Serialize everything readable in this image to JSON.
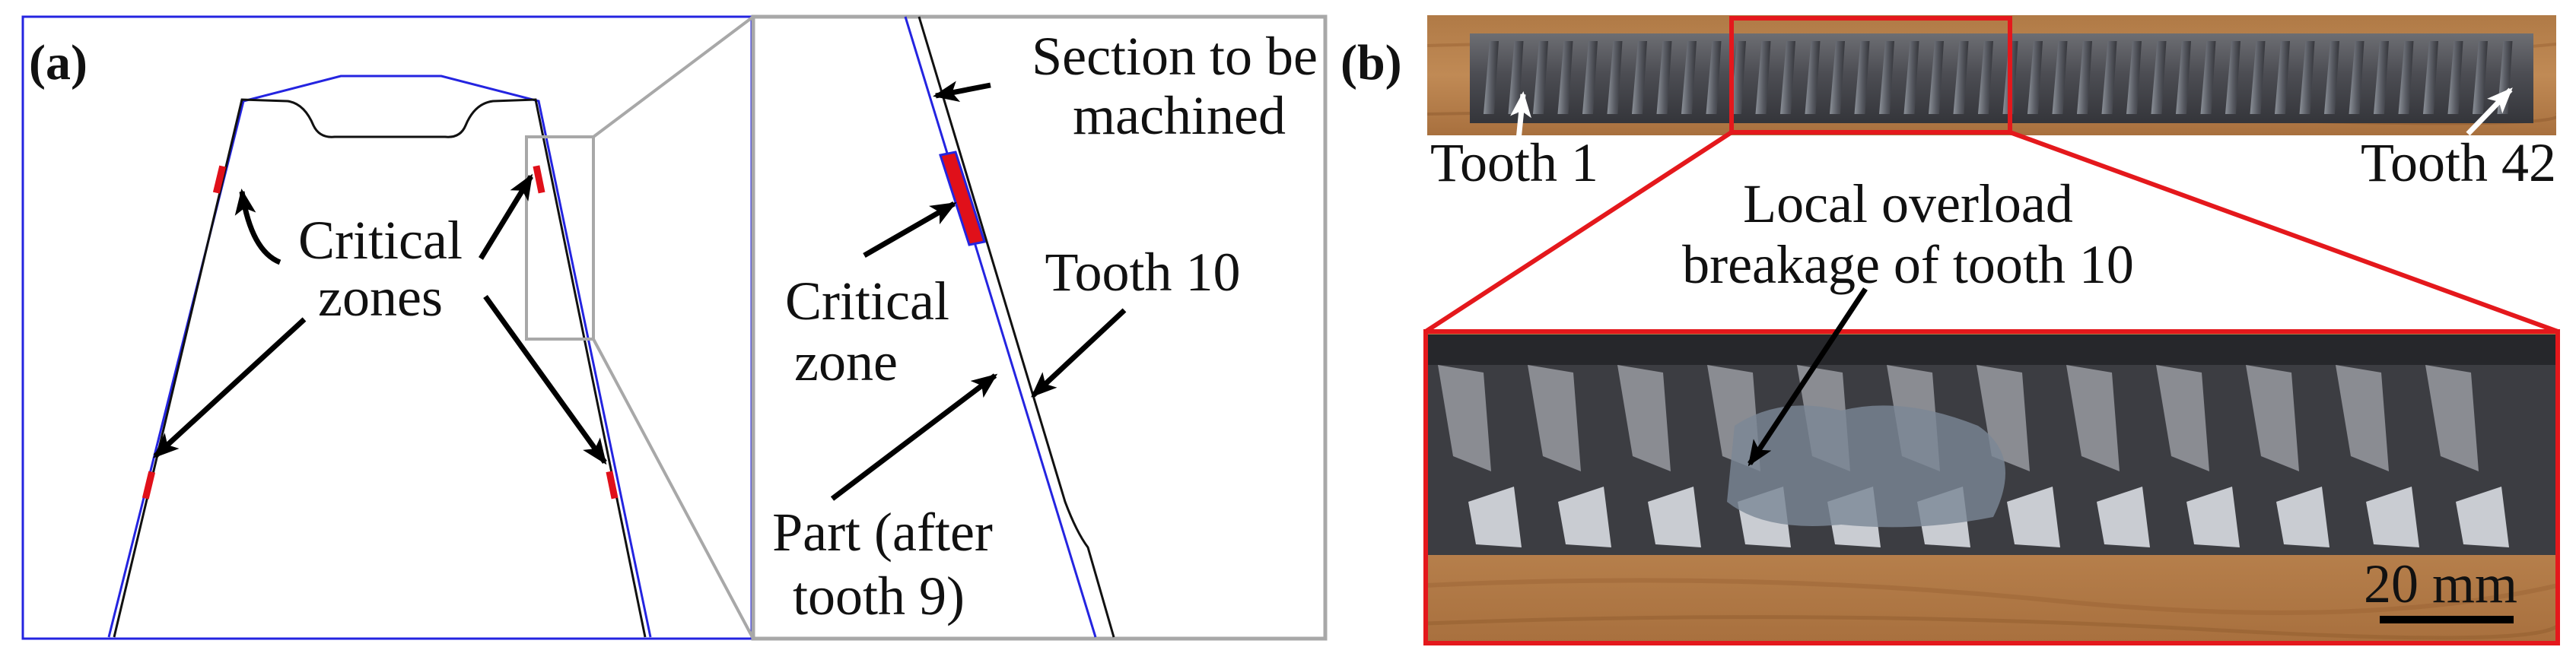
{
  "panel_a": {
    "tag": "(a)",
    "critical_zones_line1": "Critical",
    "critical_zones_line2": "zones",
    "zoom": {
      "section_line1": "Section to be",
      "section_line2": "machined",
      "critical_line1": "Critical",
      "critical_line2": "zone",
      "tooth_label": "Tooth 10",
      "part_line1": "Part (after",
      "part_line2": "tooth 9)"
    }
  },
  "panel_b": {
    "tag": "(b)",
    "tooth_first": "Tooth 1",
    "tooth_last": "Tooth 42",
    "breakage_line1": "Local overload",
    "breakage_line2": "breakage of tooth 10",
    "scale_bar": "20 mm"
  },
  "colors": {
    "part_blue": "#2424e0",
    "critical_red": "#e0101a",
    "highlight_red": "#e4181c",
    "zoom_grey": "#a8a8a8"
  }
}
